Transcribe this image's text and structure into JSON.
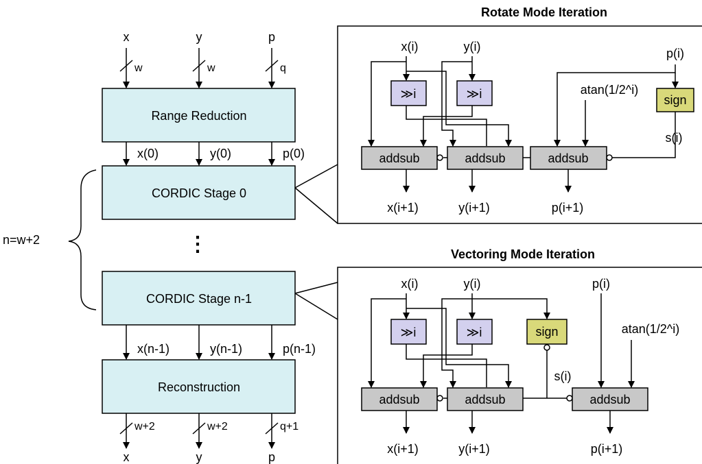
{
  "colors": {
    "stage_fill": "#d8f0f3",
    "shift_fill": "#d3d0ee",
    "sign_fill": "#d9d97a",
    "addsub_fill": "#c8c8c8",
    "stroke": "#000000"
  },
  "main": {
    "inputs": {
      "x": "x",
      "y": "y",
      "p": "p"
    },
    "input_widths": {
      "x": "w",
      "y": "w",
      "p": "q"
    },
    "range_reduction": "Range Reduction",
    "stage0_signals": {
      "x": "x(0)",
      "y": "y(0)",
      "p": "p(0)"
    },
    "stage0": "CORDIC Stage 0",
    "ellipsis": "⋮",
    "n_label": "n=w+2",
    "stage_last": "CORDIC Stage n-1",
    "last_signals": {
      "x": "x(n-1)",
      "y": "y(n-1)",
      "p": "p(n-1)"
    },
    "reconstruction": "Reconstruction",
    "output_widths": {
      "x": "w+2",
      "y": "w+2",
      "p": "q+1"
    },
    "outputs": {
      "x": "x",
      "y": "y",
      "p": "p"
    }
  },
  "rotate": {
    "title": "Rotate Mode Iteration",
    "x_in": "x(i)",
    "y_in": "y(i)",
    "p_in": "p(i)",
    "shift": "≫i",
    "atan": "atan(1/2^i)",
    "sign": "sign",
    "s": "s(i)",
    "addsub": "addsub",
    "x_out": "x(i+1)",
    "y_out": "y(i+1)",
    "p_out": "p(i+1)"
  },
  "vectoring": {
    "title": "Vectoring Mode Iteration",
    "x_in": "x(i)",
    "y_in": "y(i)",
    "p_in": "p(i)",
    "shift": "≫i",
    "atan": "atan(1/2^i)",
    "sign": "sign",
    "s": "s(i)",
    "addsub": "addsub",
    "x_out": "x(i+1)",
    "y_out": "y(i+1)",
    "p_out": "p(i+1)"
  }
}
